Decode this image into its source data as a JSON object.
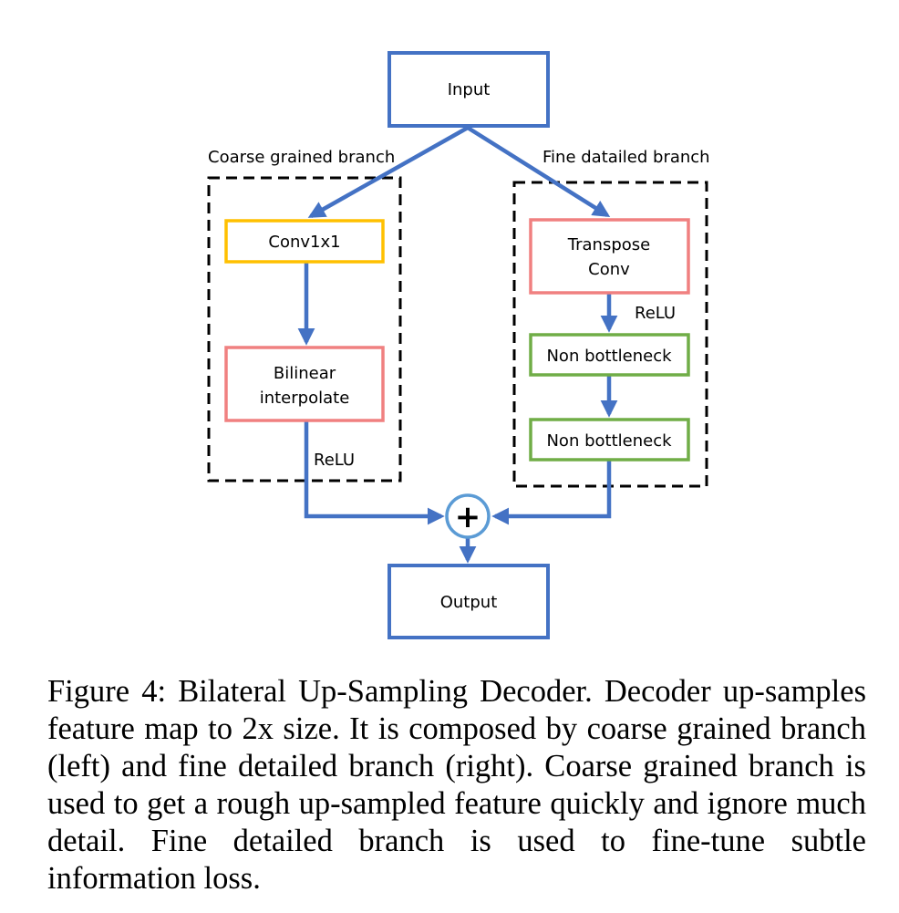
{
  "diagram": {
    "input": "Input",
    "output": "Output",
    "coarse_branch": {
      "title": "Coarse grained branch",
      "conv": "Conv1x1",
      "bilinear": [
        "Bilinear",
        "interpolate"
      ],
      "relu": "ReLU"
    },
    "fine_branch": {
      "title": "Fine datailed branch",
      "transpose": [
        "Transpose",
        "Conv"
      ],
      "relu": "ReLU",
      "non_bottleneck_1": "Non bottleneck",
      "non_bottleneck_2": "Non bottleneck"
    },
    "sum_symbol": "+"
  },
  "colors": {
    "io_box": "#4472C4",
    "arrow": "#4472C4",
    "conv_box": "#FFC000",
    "transpose_box": "#F08080",
    "bilinear_box": "#F08080",
    "non_bottleneck_box": "#70AD47",
    "sum_circle": "#5B9BD5"
  },
  "caption": "Figure 4: Bilateral Up-Sampling Decoder. Decoder up-samples feature map to 2x size. It is composed by coarse grained branch (left) and fine detailed branch (right). Coarse grained branch is used to get a rough up-sampled feature quickly and ignore much detail. Fine detailed branch is used to fine-tune subtle information loss."
}
